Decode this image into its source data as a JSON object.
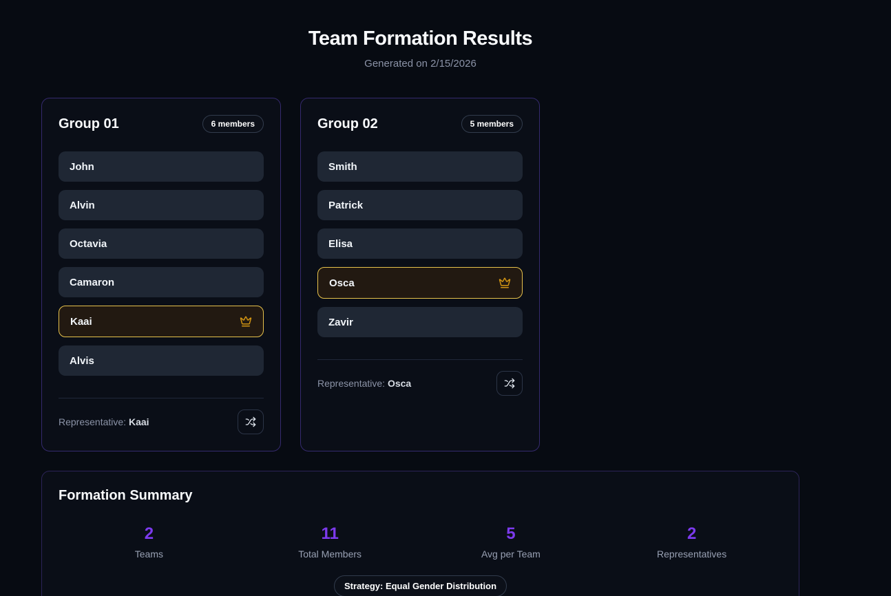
{
  "page": {
    "title": "Team Formation Results",
    "subtitle": "Generated on 2/15/2026"
  },
  "groups": [
    {
      "name": "Group 01",
      "badge": "6 members",
      "members": [
        {
          "name": "John",
          "is_representative": false
        },
        {
          "name": "Alvin",
          "is_representative": false
        },
        {
          "name": "Octavia",
          "is_representative": false
        },
        {
          "name": "Camaron",
          "is_representative": false
        },
        {
          "name": "Kaai",
          "is_representative": true
        },
        {
          "name": "Alvis",
          "is_representative": false
        }
      ],
      "rep_label": "Representative:",
      "rep_name": "Kaai"
    },
    {
      "name": "Group 02",
      "badge": "5 members",
      "members": [
        {
          "name": "Smith",
          "is_representative": false
        },
        {
          "name": "Patrick",
          "is_representative": false
        },
        {
          "name": "Elisa",
          "is_representative": false
        },
        {
          "name": "Osca",
          "is_representative": true
        },
        {
          "name": "Zavir",
          "is_representative": false
        }
      ],
      "rep_label": "Representative:",
      "rep_name": "Osca"
    }
  ],
  "summary": {
    "title": "Formation Summary",
    "stats": [
      {
        "value": "2",
        "label": "Teams"
      },
      {
        "value": "11",
        "label": "Total Members"
      },
      {
        "value": "5",
        "label": "Avg per Team"
      },
      {
        "value": "2",
        "label": "Representatives"
      }
    ],
    "strategy": "Strategy: Equal Gender Distribution"
  },
  "icons": {
    "crown": "crown-icon",
    "shuffle": "shuffle-icon"
  },
  "colors": {
    "accent_purple": "#7c3aed",
    "leader_border_gold": "#e8c34c",
    "crown_gold": "#d09312",
    "card_border_purple": "#352a6e",
    "row_background": "#1f2734",
    "leader_row_background": "#221911",
    "page_background": "#070b12",
    "muted_text": "#8b93a7"
  }
}
